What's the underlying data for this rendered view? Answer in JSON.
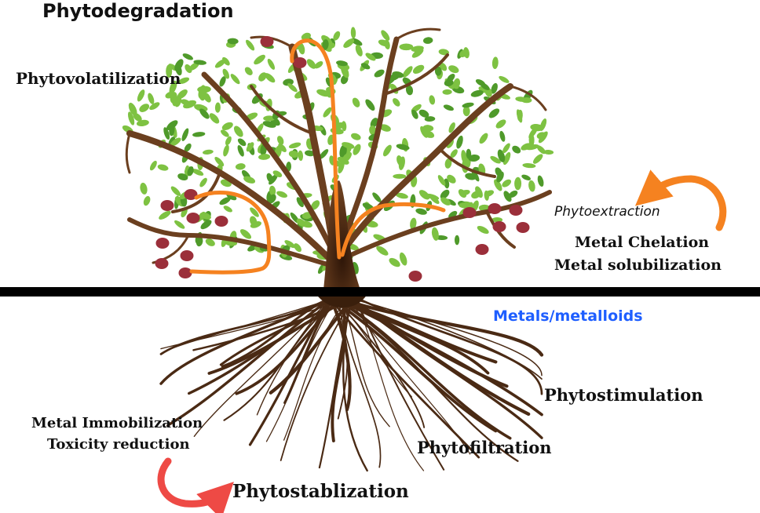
{
  "labels": {
    "phytodegradation": "Phytodegradation",
    "phytovolatilization": "Phytovolatilization",
    "phytoextraction": "Phytoextraction",
    "metal_chelation": "Metal Chelation",
    "metal_solubilization": "Metal solubilization",
    "metals_metalloids": "Metals/metalloids",
    "phytostimulation": "Phytostimulation",
    "metal_immobilization": "Metal Immobilization",
    "toxicity_reduction": "Toxicity reduction",
    "phytofiltration": "Phytofiltration",
    "phytostablization": "Phytostablization"
  },
  "colors": {
    "leaf": "#7ec242",
    "leaf_dark": "#4f9a2a",
    "trunk": "#5a3418",
    "branch": "#6b3f1f",
    "root": "#4a2a14",
    "fruit": "#9b2f3a",
    "arrow_orange": "#f58220",
    "arrow_red": "#ee4a45",
    "ground": "#000000",
    "metals_text": "#1e5eff"
  },
  "icons": {
    "extraction_arrow": "curved-arrow-left-icon",
    "stabilization_arrow": "curved-arrow-right-icon"
  }
}
